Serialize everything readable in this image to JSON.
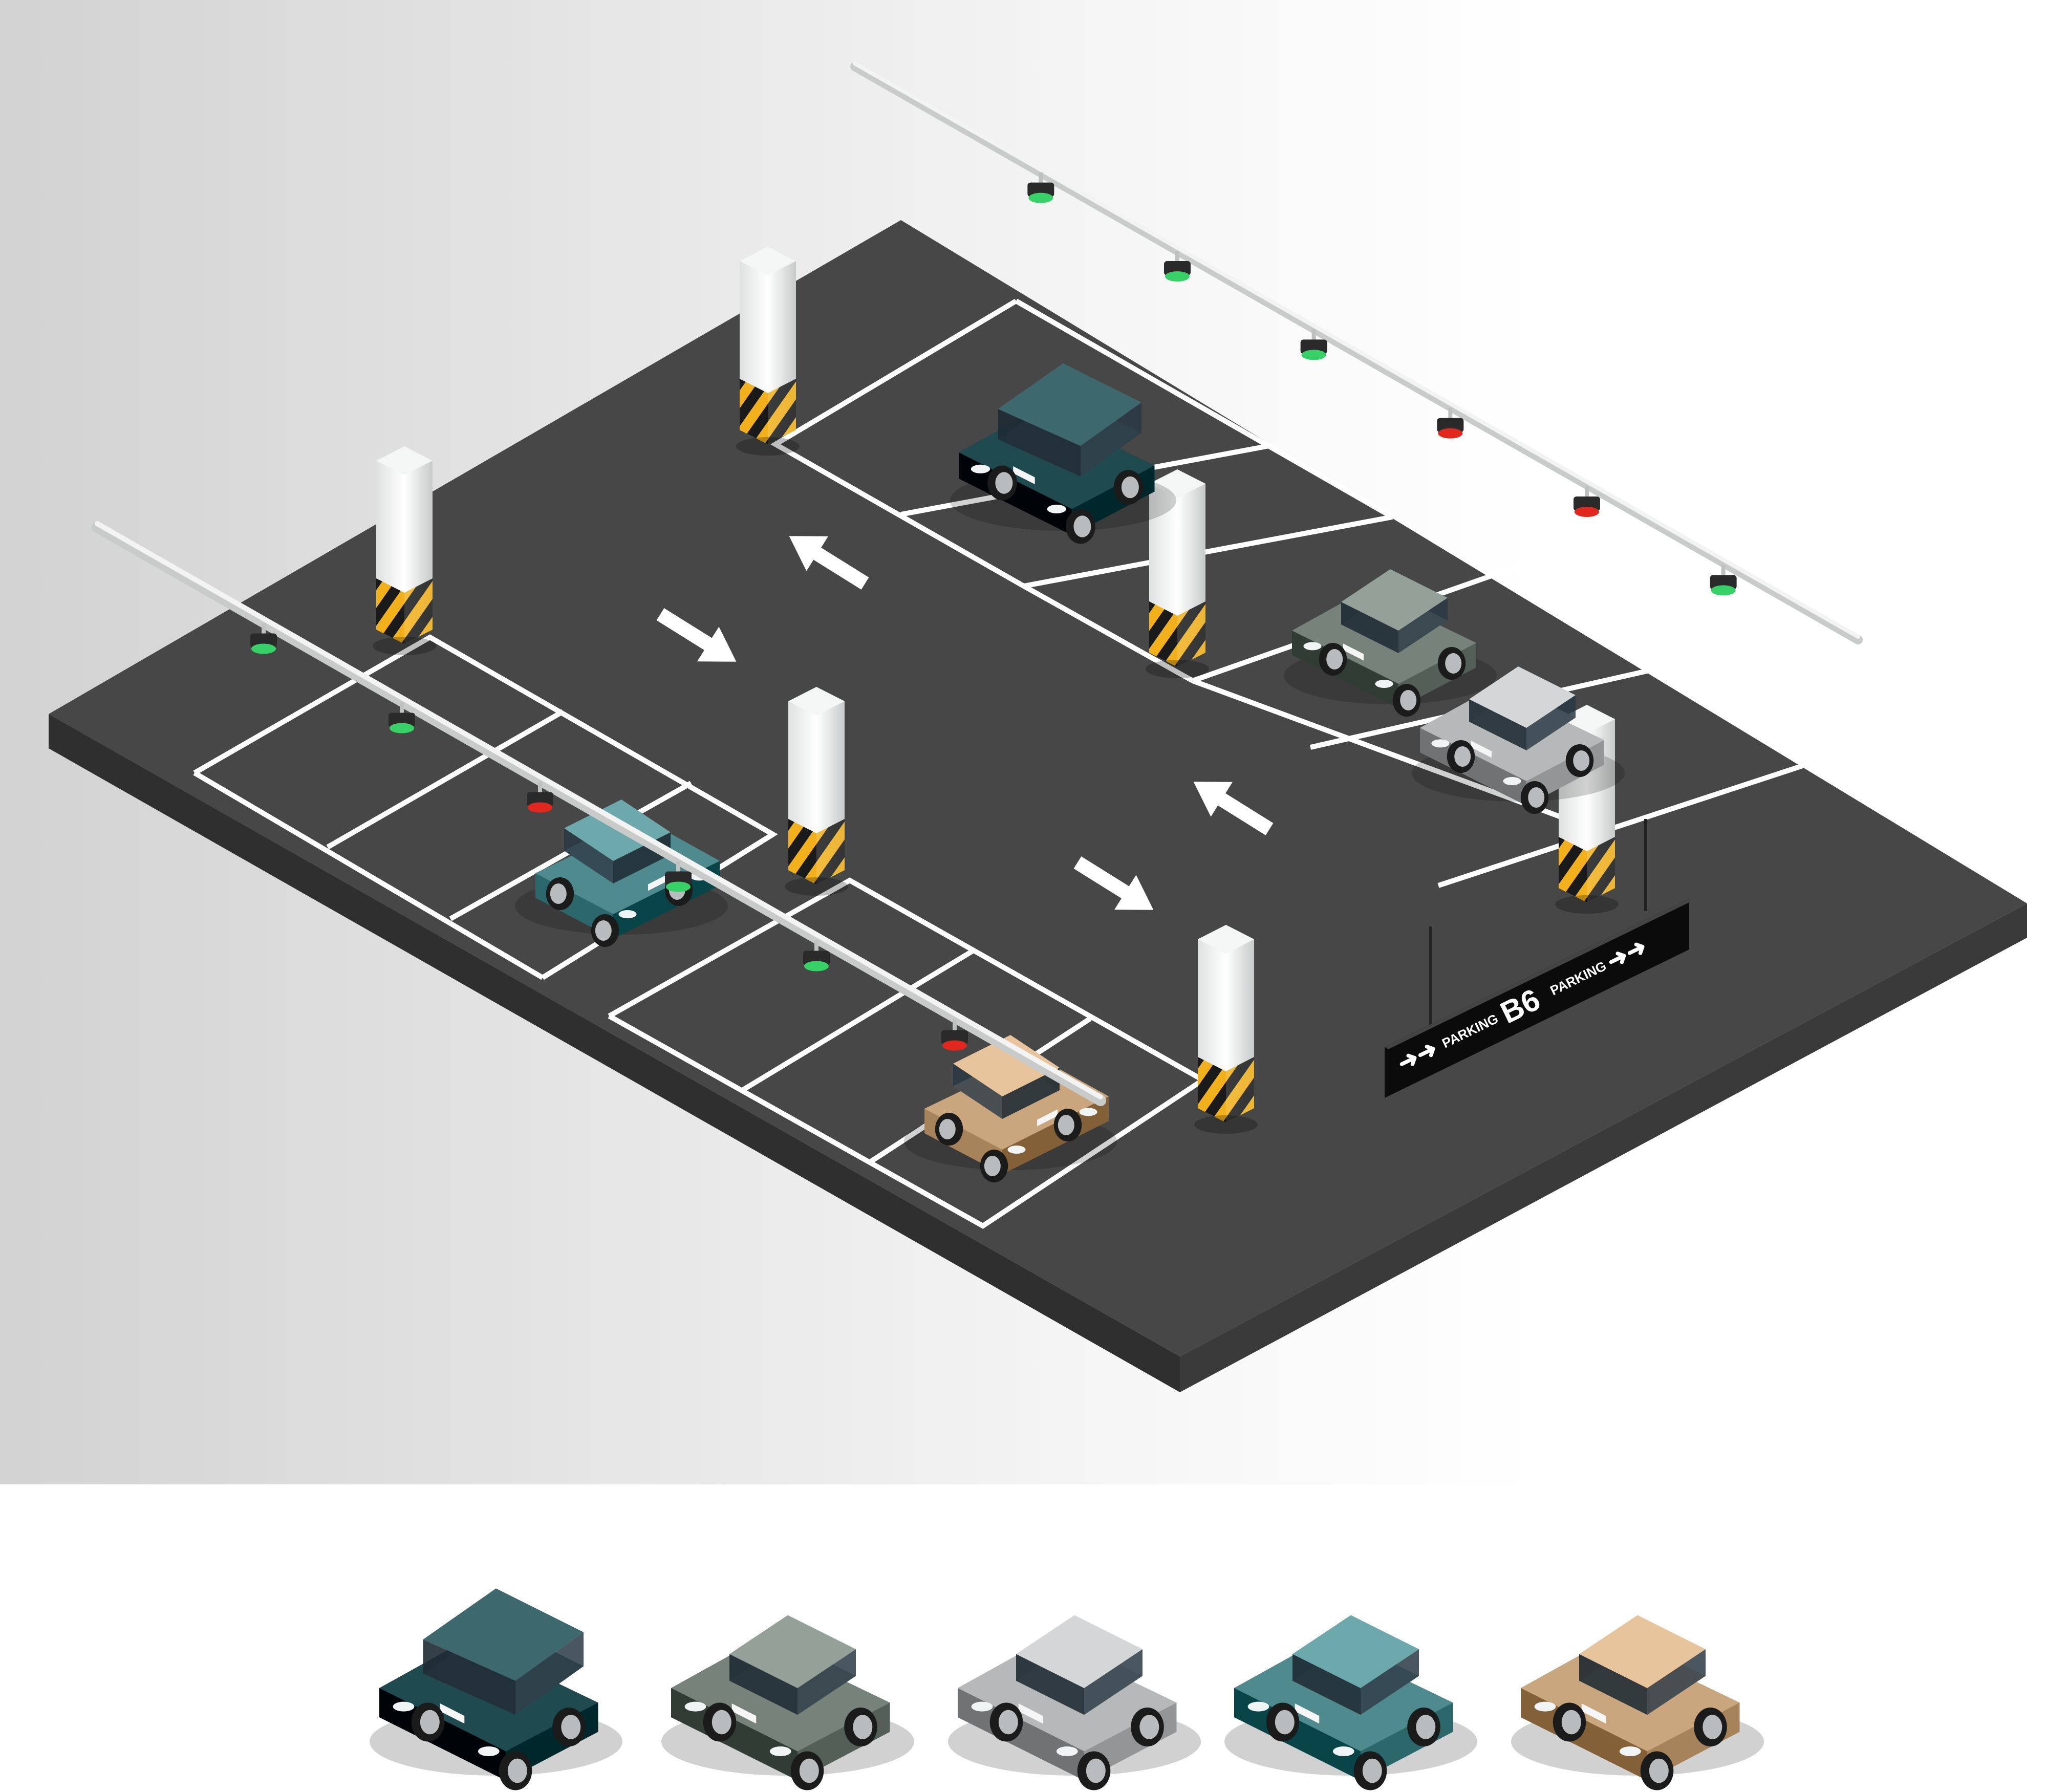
{
  "sign": {
    "parking_left": "PARKING",
    "level": "B6",
    "parking_right": "PARKING"
  },
  "colors": {
    "asphalt": "#474747",
    "slab_side": "#343434",
    "lane_line": "#ffffff",
    "sensor_free": "#38d167",
    "sensor_occupied": "#e0281e",
    "hazard_yellow": "#f2b11c",
    "car_suv": "#1f4a4f",
    "car_sage": "#76827a",
    "car_silver": "#b7b8ba",
    "car_teal": "#4f8a8f",
    "car_tan": "#c9a67e"
  },
  "sensors_top_rail": [
    "free",
    "free",
    "free",
    "occupied",
    "occupied",
    "free"
  ],
  "sensors_left_rail": [
    "free",
    "free",
    "occupied",
    "free",
    "free",
    "occupied"
  ],
  "catalog_cars": [
    "suv",
    "sage-sedan",
    "silver-sedan",
    "teal-sedan",
    "tan-sedan"
  ]
}
